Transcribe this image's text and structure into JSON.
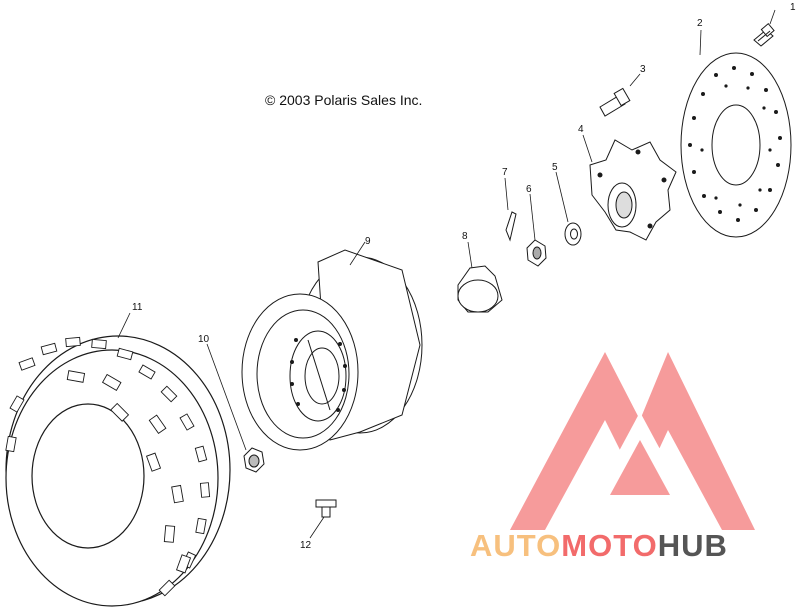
{
  "copyright": "© 2003 Polaris Sales Inc.",
  "watermark": {
    "part1": "AUTO",
    "part2": "MOTO",
    "part3": "HUB",
    "colors": {
      "auto": "#f7c07e",
      "moto": "#f26b6b",
      "hub": "#555555",
      "logo": "#f58a8a"
    }
  },
  "callouts": [
    "1",
    "2",
    "3",
    "4",
    "5",
    "6",
    "7",
    "8",
    "9",
    "10",
    "11",
    "12"
  ],
  "line_color": "#1a1a1a"
}
